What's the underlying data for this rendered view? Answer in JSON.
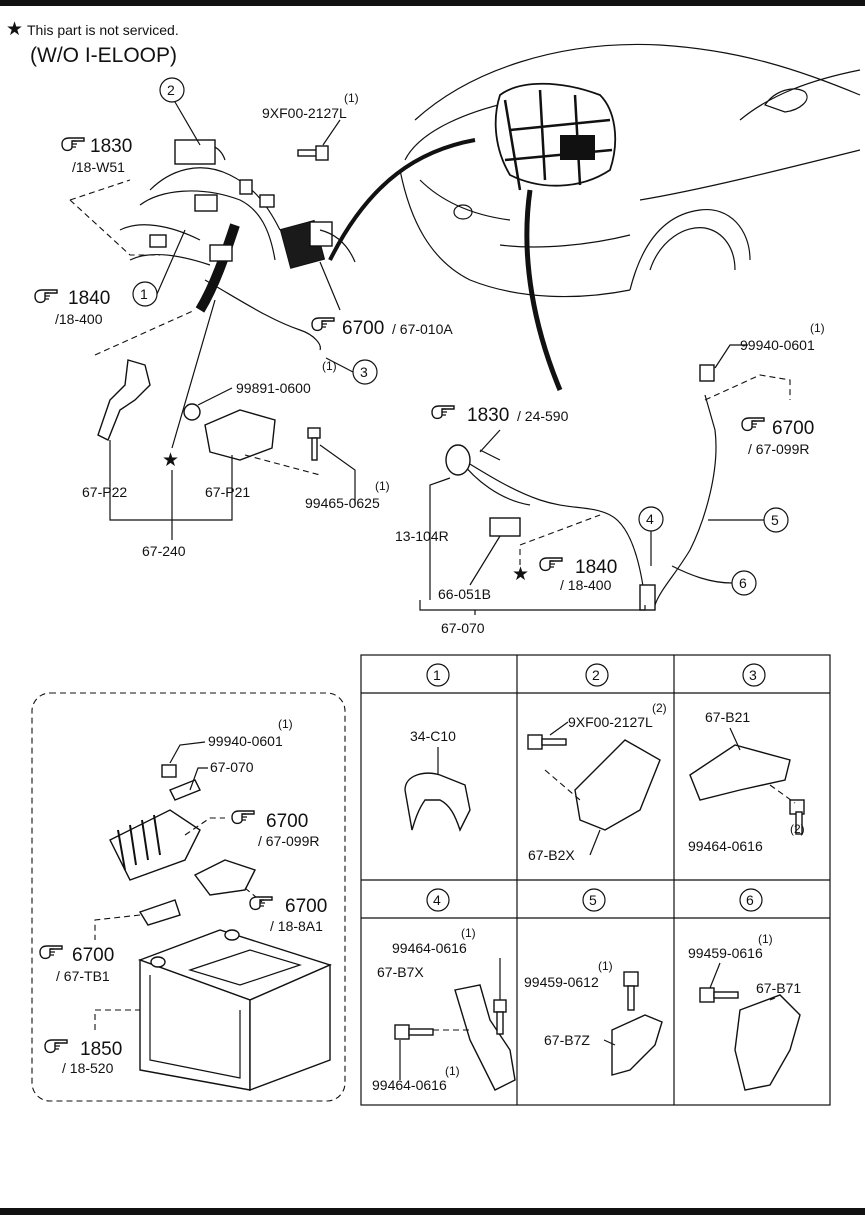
{
  "header": {
    "note_star": "★",
    "note_text": "This part is not serviced.",
    "variant": "(W/O I-ELOOP)"
  },
  "refs": {
    "r1830_w51": {
      "num": "1830",
      "sub": "/18-W51"
    },
    "r1840_400a": {
      "num": "1840",
      "sub": "/18-400"
    },
    "r6700_010a": {
      "num": "6700",
      "sub": "/ 67-010A"
    },
    "r1830_590": {
      "num": "1830",
      "sub": "/ 24-590"
    },
    "r6700_099r_a": {
      "num": "6700",
      "sub": "/ 67-099R"
    },
    "r1840_400b": {
      "num": "1840",
      "sub": "/ 18-400"
    },
    "r6700_099r_b": {
      "num": "6700",
      "sub": "/ 67-099R"
    },
    "r6700_8a1": {
      "num": "6700",
      "sub": "/ 18-8A1"
    },
    "r6700_tb1": {
      "num": "6700",
      "sub": "/ 67-TB1"
    },
    "r1850_520": {
      "num": "1850",
      "sub": "/ 18-520"
    }
  },
  "parts": {
    "p9xf00_top": "9XF00-2127L",
    "p9xf00_top_qty": "(1)",
    "p99891": "99891-0600",
    "p99465": "99465-0625",
    "p99465_qty": "(1)",
    "p67p22": "67-P22",
    "p67p21": "67-P21",
    "p67240": "67-240",
    "p99940_a": "99940-0601",
    "p99940_a_qty": "(1)",
    "p13104r": "13-104R",
    "p66051b": "66-051B",
    "p67070_a": "67-070",
    "p99940_b": "99940-0601",
    "p99940_b_qty": "(1)",
    "p67070_b": "67-070",
    "callout3_qty": "(1)"
  },
  "callouts": [
    "1",
    "2",
    "3",
    "4",
    "5",
    "6"
  ],
  "grid": {
    "c1": {
      "num": "1",
      "part": "34-C10"
    },
    "c2": {
      "num": "2",
      "bolt": "9XF00-2127L",
      "bolt_qty": "(2)",
      "part": "67-B2X"
    },
    "c3": {
      "num": "3",
      "part": "67-B21",
      "bolt": "99464-0616",
      "bolt_qty": "(2)"
    },
    "c4": {
      "num": "4",
      "bolt_a": "99464-0616",
      "bolt_a_qty": "(1)",
      "part": "67-B7X",
      "bolt_b": "99464-0616",
      "bolt_b_qty": "(1)"
    },
    "c5": {
      "num": "5",
      "bolt": "99459-0612",
      "bolt_qty": "(1)",
      "part": "67-B7Z"
    },
    "c6": {
      "num": "6",
      "bolt": "99459-0616",
      "bolt_qty": "(1)",
      "part": "67-B71"
    }
  },
  "icons": {
    "ref": "pointing-hand-icon",
    "star": "star-icon"
  }
}
